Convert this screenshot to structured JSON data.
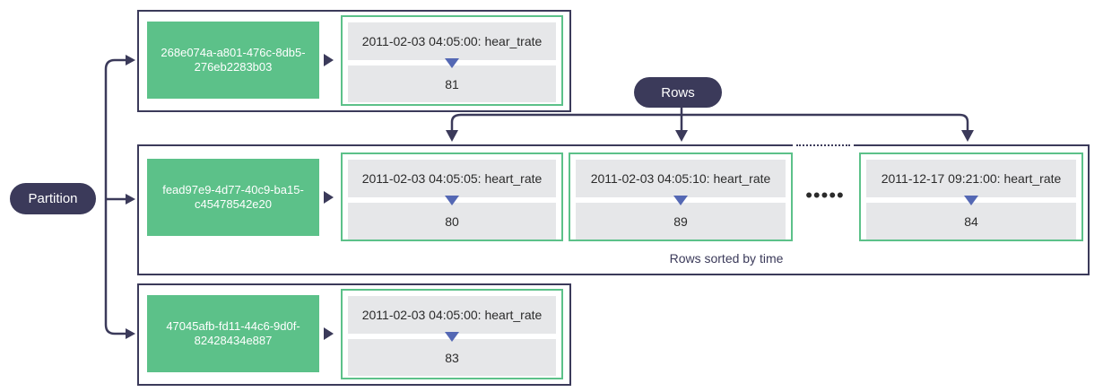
{
  "partition_label": "Partition",
  "rows_label": "Rows",
  "sorted_label": "Rows sorted by time",
  "ellipsis": "•••••",
  "partitions": [
    {
      "key_lines": [
        "268e074a-a801-476c-8db5-",
        "276eb2283b03"
      ],
      "rows": [
        {
          "column": "2011-02-03 04:05:00: hear_trate",
          "value": "81"
        }
      ]
    },
    {
      "key_lines": [
        "fead97e9-4d77-40c9-ba15-",
        "c45478542e20"
      ],
      "rows": [
        {
          "column": "2011-02-03 04:05:05: heart_rate",
          "value": "80"
        },
        {
          "column": "2011-02-03 04:05:10: heart_rate",
          "value": "89"
        },
        {
          "column": "2011-12-17 09:21:00: heart_rate",
          "value": "84"
        }
      ]
    },
    {
      "key_lines": [
        "47045afb-fd11-44c6-9d0f-",
        "82428434e887"
      ],
      "rows": [
        {
          "column": "2011-02-03 04:05:00: heart_rate",
          "value": "83"
        }
      ]
    }
  ],
  "colors": {
    "dark": "#3b3a5a",
    "key_green": "#5cc189",
    "cell_gray": "#e6e7e9",
    "arrow_blue": "#5468b4",
    "chevron": "#b3bde0"
  }
}
